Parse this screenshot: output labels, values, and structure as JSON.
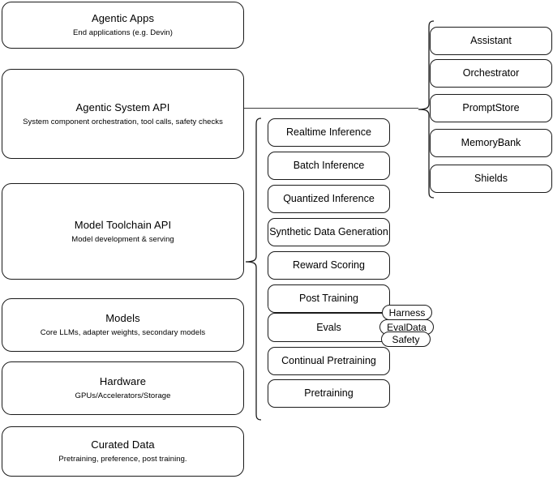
{
  "diagram": {
    "title": "Agentic AI stack layered architecture diagram",
    "accent_color": "#1a1a1a",
    "background_color": "#ffffff"
  },
  "layers": [
    {
      "id": "agentic-apps",
      "title": "Agentic Apps",
      "subtitle": "End applications (e.g. Devin)"
    },
    {
      "id": "agentic-system-api",
      "title": "Agentic System API",
      "subtitle": "System component orchestration, tool calls, safety checks"
    },
    {
      "id": "model-toolchain-api",
      "title": "Model Toolchain API",
      "subtitle": "Model development & serving"
    },
    {
      "id": "models",
      "title": "Models",
      "subtitle": "Core LLMs, adapter weights, secondary models"
    },
    {
      "id": "hardware",
      "title": "Hardware",
      "subtitle": "GPUs/Accelerators/Storage"
    },
    {
      "id": "curated-data",
      "title": "Curated Data",
      "subtitle": "Pretraining, preference, post training."
    }
  ],
  "toolchain_components": [
    {
      "id": "realtime-inference",
      "label": "Realtime Inference"
    },
    {
      "id": "batch-inference",
      "label": "Batch Inference"
    },
    {
      "id": "quantized-inference",
      "label": "Quantized Inference"
    },
    {
      "id": "synthetic-data-generation",
      "label": "Synthetic Data Generation"
    },
    {
      "id": "reward-scoring",
      "label": "Reward Scoring"
    },
    {
      "id": "post-training",
      "label": "Post Training"
    },
    {
      "id": "evals",
      "label": "Evals"
    },
    {
      "id": "continual-pretraining",
      "label": "Continual Pretraining"
    },
    {
      "id": "pretraining",
      "label": "Pretraining"
    }
  ],
  "eval_subcomponents": [
    {
      "id": "harness",
      "label": "Harness"
    },
    {
      "id": "evaldata",
      "label": "EvalData"
    },
    {
      "id": "safety",
      "label": "Safety"
    }
  ],
  "system_components": [
    {
      "id": "assistant",
      "label": "Assistant"
    },
    {
      "id": "orchestrator",
      "label": "Orchestrator"
    },
    {
      "id": "promptstore",
      "label": "PromptStore"
    },
    {
      "id": "memorybank",
      "label": "MemoryBank"
    },
    {
      "id": "shields",
      "label": "Shields"
    }
  ]
}
